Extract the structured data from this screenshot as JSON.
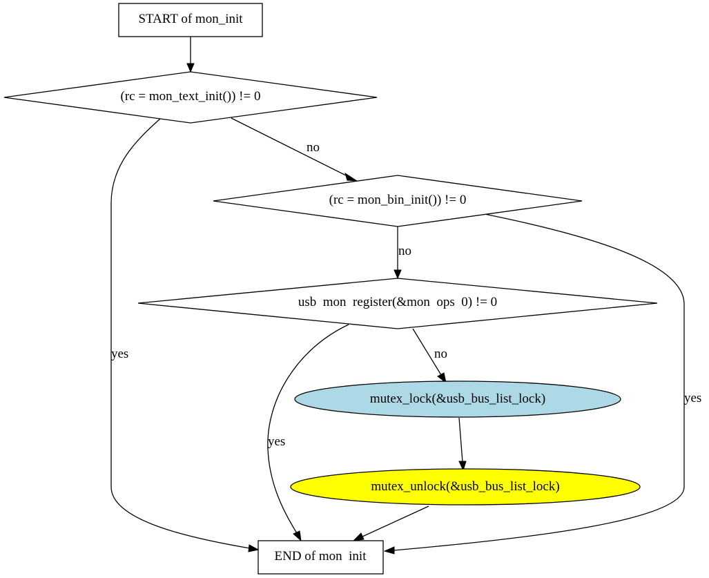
{
  "diagram": {
    "type": "flowchart",
    "colors": {
      "background": "#ffffff",
      "stroke": "#000000",
      "lock_fill": "#add8e6",
      "unlock_fill": "#ffff00",
      "default_fill": "#ffffff"
    },
    "nodes": {
      "start": {
        "label": "START of mon_init",
        "shape": "box"
      },
      "d1": {
        "label": "(rc = mon_text_init()) != 0",
        "shape": "diamond"
      },
      "d2": {
        "label": "(rc = mon_bin_init()) != 0",
        "shape": "diamond"
      },
      "d3": {
        "label": "usb  mon  register(&mon  ops  0) != 0",
        "shape": "diamond"
      },
      "lock": {
        "label": "mutex_lock(&usb_bus_list_lock)",
        "shape": "ellipse",
        "fill": "#add8e6"
      },
      "unlock": {
        "label": "mutex_unlock(&usb_bus_list_lock)",
        "shape": "ellipse",
        "fill": "#ffff00"
      },
      "end": {
        "label": "END of mon  init",
        "shape": "box"
      }
    },
    "edges": [
      {
        "from": "start",
        "to": "d1",
        "label": ""
      },
      {
        "from": "d1",
        "to": "d2",
        "label": "no"
      },
      {
        "from": "d1",
        "to": "end",
        "label": "yes"
      },
      {
        "from": "d2",
        "to": "d3",
        "label": "no"
      },
      {
        "from": "d2",
        "to": "end",
        "label": "yes"
      },
      {
        "from": "d3",
        "to": "lock",
        "label": "no"
      },
      {
        "from": "d3",
        "to": "end",
        "label": "yes"
      },
      {
        "from": "lock",
        "to": "unlock",
        "label": ""
      },
      {
        "from": "unlock",
        "to": "end",
        "label": ""
      }
    ]
  }
}
